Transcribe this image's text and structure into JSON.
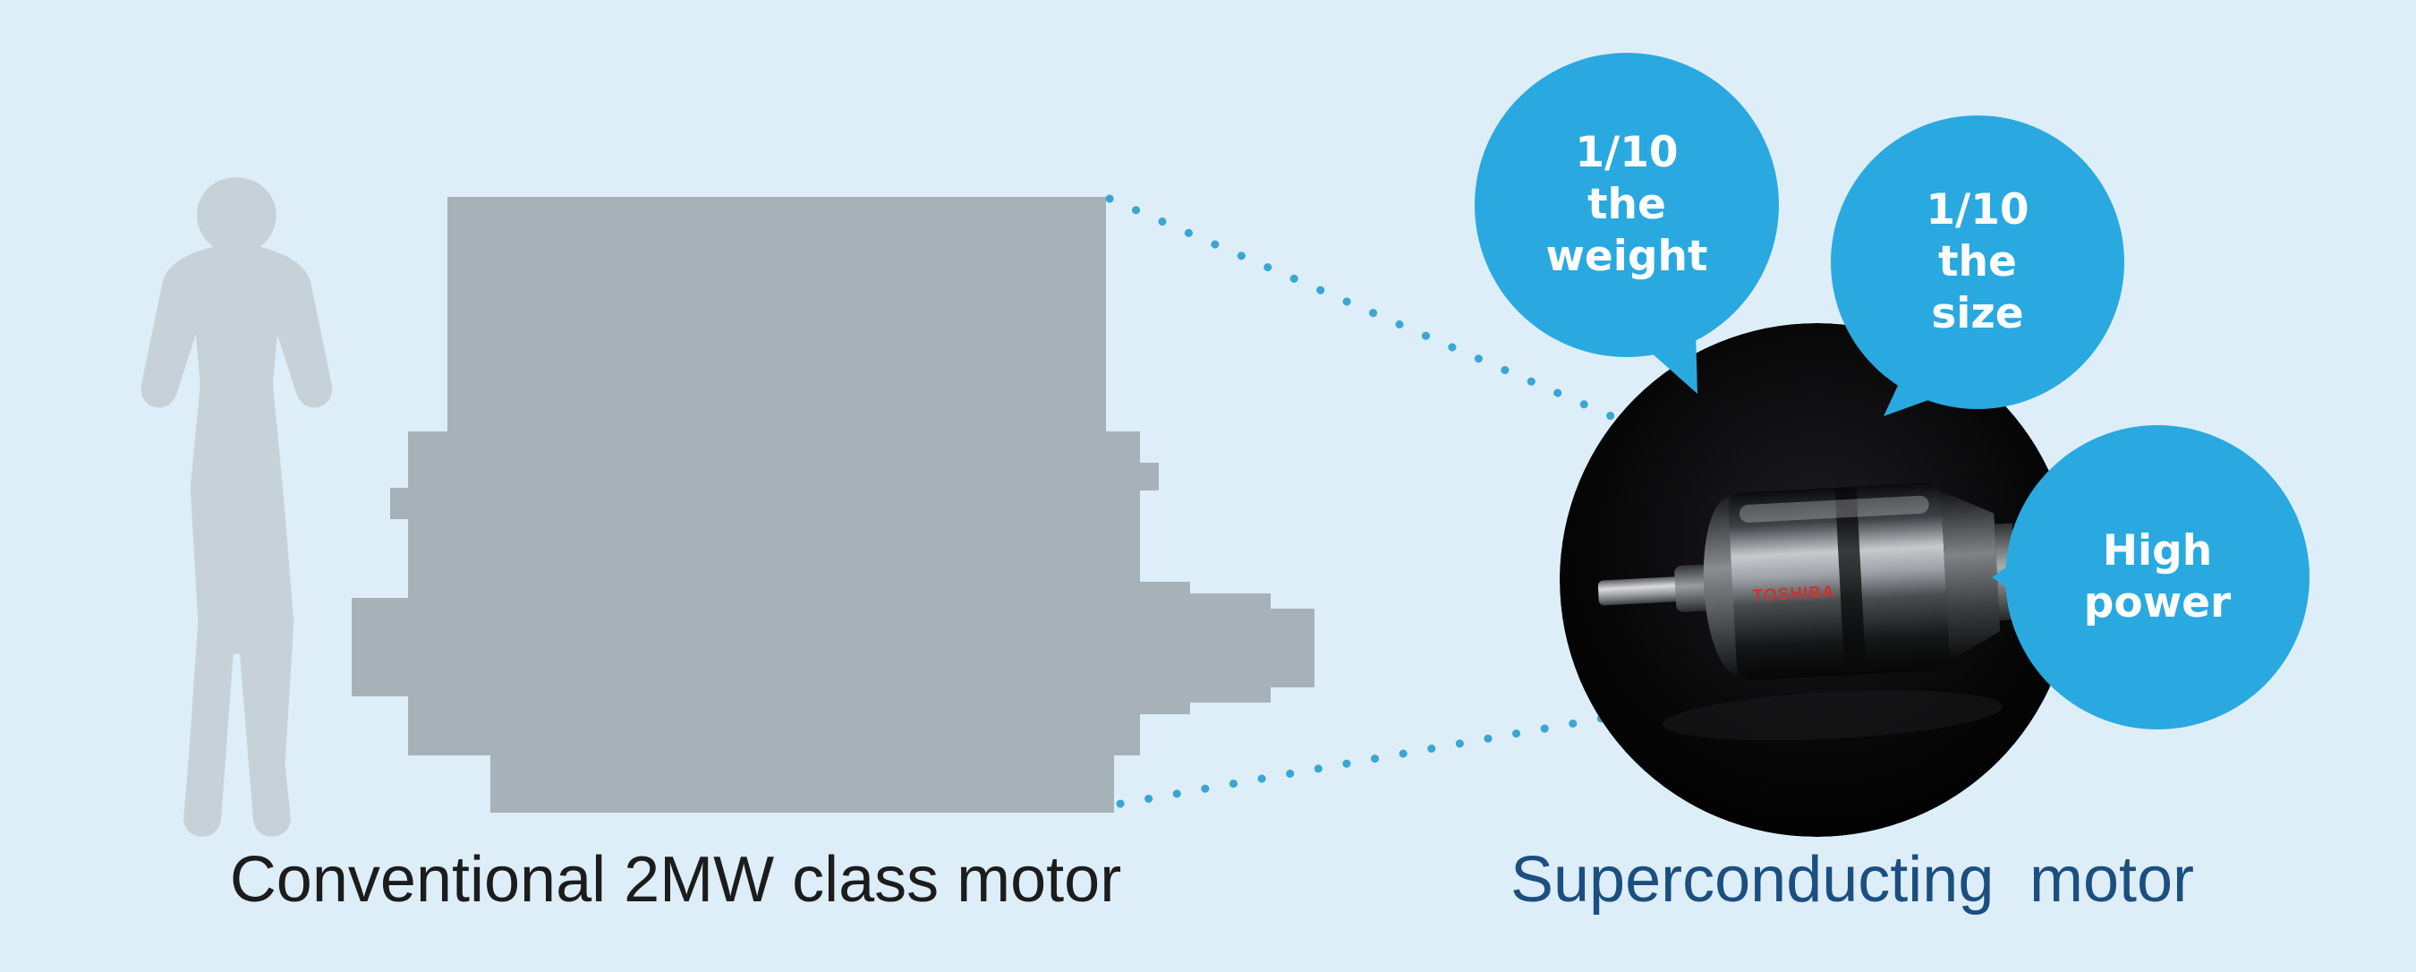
{
  "scene": {
    "background": "#ddeef8"
  },
  "conventional": {
    "label": "Conventional 2MW class motor"
  },
  "superconducting": {
    "label_word1": "Superconducting",
    "label_word2": "motor",
    "photo_brand": "TOSHIBA"
  },
  "bubbles": {
    "weight": {
      "line1": "1/10",
      "line2": "the",
      "line3": "weight"
    },
    "size": {
      "line1": "1/10",
      "line2": "the",
      "line3": "size"
    },
    "power": {
      "line1": "High",
      "line2": "power"
    }
  },
  "colors": {
    "background": "#ddeef8",
    "motor_silhouette": "#a7b1b8",
    "person_silhouette": "#c6d1d8",
    "bubble_blue": "#29a9e0",
    "dotted_line": "#3aa6d2",
    "conventional_text": "#1c1c1c",
    "superconducting_text": "#1c4f80",
    "photo_background": "#000000",
    "brand_text": "#cc3333"
  }
}
